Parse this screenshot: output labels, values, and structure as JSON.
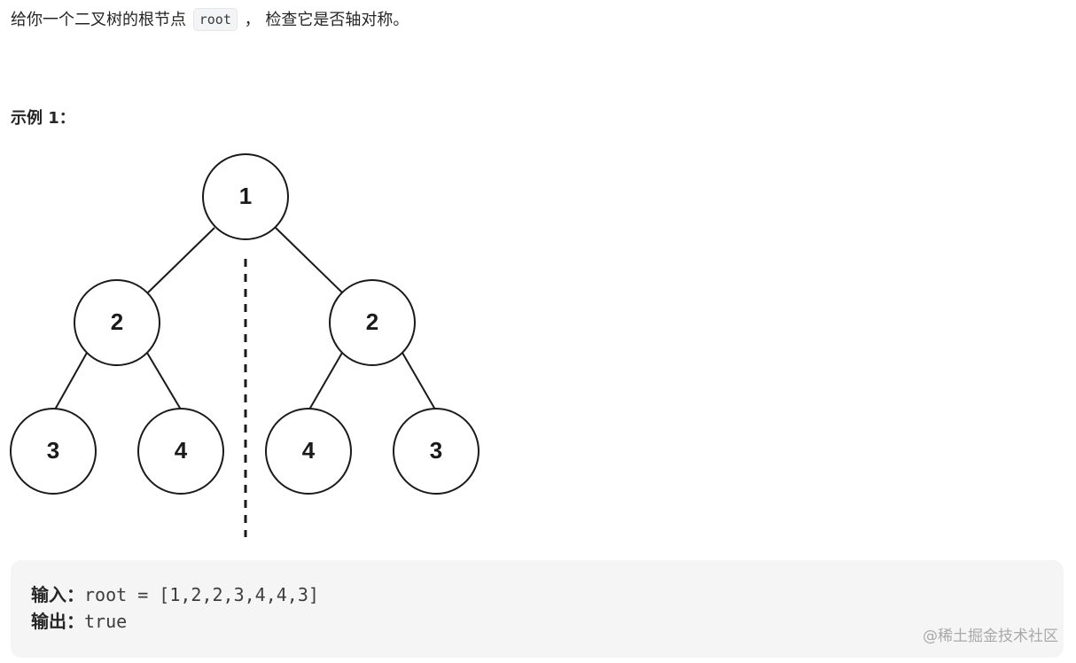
{
  "description": {
    "text_before": "给你一个二叉树的根节点",
    "code": "root",
    "text_after": "， 检查它是否轴对称。"
  },
  "example": {
    "heading": "示例 1：",
    "tree": {
      "nodes": [
        "1",
        "2",
        "2",
        "3",
        "4",
        "4",
        "3"
      ]
    },
    "input_label": "输入：",
    "input_value": "root = [1,2,2,3,4,4,3]",
    "output_label": "输出：",
    "output_value": "true"
  },
  "watermark": "@稀土掘金技术社区"
}
